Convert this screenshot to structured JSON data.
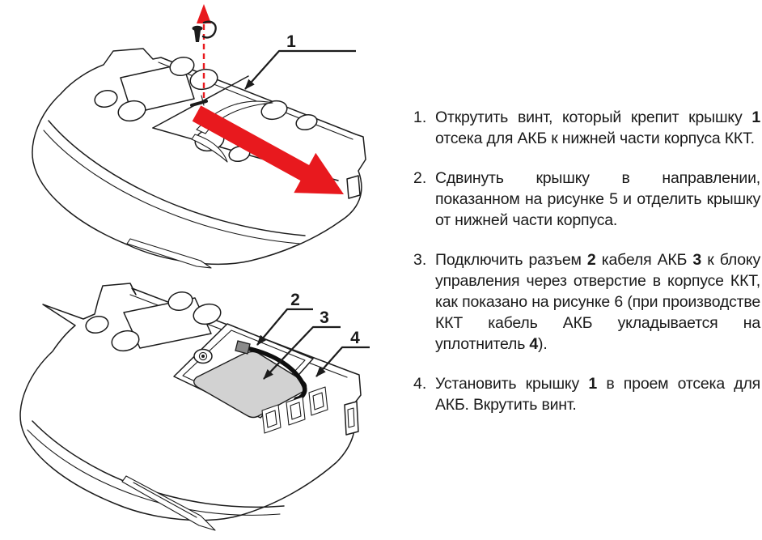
{
  "colors": {
    "accent": "#e8191e",
    "line": "#1c1c1c",
    "battery": "#d2d2d2",
    "text": "#1a1a1a",
    "background": "#ffffff",
    "connector": "#8a8a8a",
    "cable": "#0e0e0e"
  },
  "figure_top": {
    "callouts": {
      "cover": "1"
    }
  },
  "figure_bottom": {
    "callouts": {
      "connector": "2",
      "cable": "3",
      "seal": "4"
    }
  },
  "instructions": {
    "items": [
      {
        "number": "1.",
        "segments": [
          {
            "text": "Открутить винт, который крепит крышку "
          },
          {
            "text": "1",
            "bold": true
          },
          {
            "text": " отсека для АКБ к нижней части корпуса ККТ."
          }
        ]
      },
      {
        "number": "2.",
        "segments": [
          {
            "text": "Сдвинуть крышку в направлении, показанном на рисунке 5 и отделить крышку от нижней части корпуса."
          }
        ]
      },
      {
        "number": "3.",
        "segments": [
          {
            "text": "Подключить разъем "
          },
          {
            "text": "2",
            "bold": true
          },
          {
            "text": " кабеля АКБ "
          },
          {
            "text": "3",
            "bold": true
          },
          {
            "text": " к блоку управления через отверстие в корпусе ККТ, как показано на рисунке 6 (при производстве ККТ кабель АКБ укладывается на уплотнитель "
          },
          {
            "text": "4",
            "bold": true
          },
          {
            "text": ")."
          }
        ]
      },
      {
        "number": "4.",
        "segments": [
          {
            "text": "Установить крышку "
          },
          {
            "text": "1",
            "bold": true
          },
          {
            "text": " в проем отсека для АКБ. Вкрутить винт."
          }
        ]
      }
    ]
  }
}
